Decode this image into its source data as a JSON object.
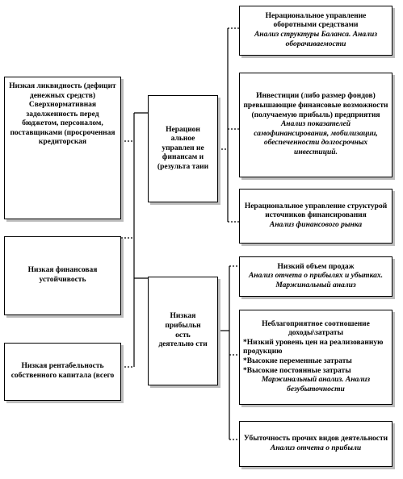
{
  "left_boxes": [
    {
      "id": "liquidity",
      "title": "Низкая ликвидность (дефицит денежных средств)",
      "text": "Сверхнормативная задолженность перед бюджетом, персоналом, поставщиками (просроченная кредиторская"
    },
    {
      "id": "stability",
      "title": "Низкая финансовая устойчивость"
    },
    {
      "id": "profitability",
      "title": "Низкая рентабельность собственного капитала (всего"
    }
  ],
  "middle_boxes": [
    {
      "id": "finance-mgmt",
      "title": "Нерацион альное управлен ие финансам и (результа таии"
    },
    {
      "id": "low-profit",
      "title": "Низкая прибыльн ость деятельно сти"
    }
  ],
  "right_boxes": [
    {
      "id": "working-capital",
      "title": "Нерациональное управление оборотными средствами",
      "subtitle": "Анализ структуры Баланса. Анализ оборачиваемости"
    },
    {
      "id": "investments",
      "title": "Инвестиции (либо размер фондов) превышающие финансовые возможности (получаемую прибыль) предприятия",
      "subtitle": "Анализ показателей самофинансирования, мобилизации, обеспеченности долгосрочных инвестиций."
    },
    {
      "id": "sources",
      "title": "Нерациональное управление структурой источников финансирования",
      "subtitle": "Анализ финансового рынка"
    },
    {
      "id": "sales",
      "title": "Низкий объем продаж",
      "subtitle": "Анализ отчета о прибылях и убытках. Маржинальный анализ"
    },
    {
      "id": "costs",
      "title": "Неблагоприятное соотношение доходы\\затраты",
      "items": [
        "*Низкий уровень цен на реализованную продукцию",
        "*Высокие переменные затраты",
        "*Высокие постоянные затраты"
      ],
      "subtitle": "Маржинальный анализ. Анализ безубыточности"
    },
    {
      "id": "other",
      "title": "Убыточность прочих видов деятельности",
      "subtitle": "Анализ отчета о прибыли"
    }
  ]
}
